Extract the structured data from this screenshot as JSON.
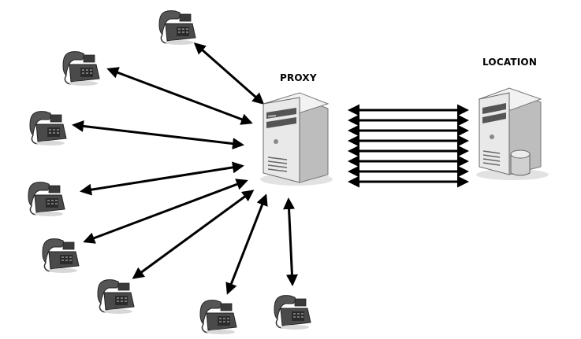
{
  "labels": {
    "proxy": "PROXY",
    "location": "LOCATION"
  },
  "nodes": {
    "proxy": {
      "type": "server",
      "icon": "server-tower-icon"
    },
    "location": {
      "type": "database-server",
      "icon": "database-server-icon"
    },
    "phones": [
      {
        "id": "phone-1",
        "icon": "desk-phone-icon"
      },
      {
        "id": "phone-2",
        "icon": "desk-phone-icon"
      },
      {
        "id": "phone-3",
        "icon": "desk-phone-icon"
      },
      {
        "id": "phone-4",
        "icon": "desk-phone-icon"
      },
      {
        "id": "phone-5",
        "icon": "desk-phone-icon"
      },
      {
        "id": "phone-6",
        "icon": "desk-phone-icon"
      },
      {
        "id": "phone-7",
        "icon": "desk-phone-icon"
      },
      {
        "id": "phone-8",
        "icon": "desk-phone-icon"
      }
    ]
  },
  "edges": {
    "phone_to_proxy": {
      "count": 8,
      "style": "bidirectional-arrow"
    },
    "proxy_to_location": {
      "count": 8,
      "style": "bidirectional-arrow"
    }
  },
  "colors": {
    "arrow": "#000000",
    "device_dark": "#3a3a3a",
    "server_light": "#e6e6e6"
  }
}
